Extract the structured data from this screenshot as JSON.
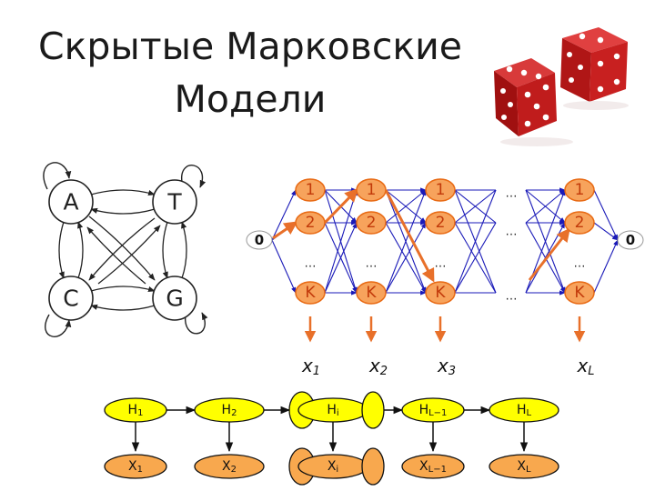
{
  "title": {
    "line1": "Скрытые Марковские",
    "line2": "Модели"
  },
  "markov_chain": {
    "states": [
      "A",
      "T",
      "C",
      "G"
    ]
  },
  "trellis": {
    "start_label": "0",
    "end_label": "0",
    "state_labels": [
      "1",
      "2",
      "…",
      "K"
    ],
    "column_ellipsis": "…",
    "observations": [
      {
        "base": "x",
        "sub": "1"
      },
      {
        "base": "x",
        "sub": "2"
      },
      {
        "base": "x",
        "sub": "3"
      },
      {
        "base": "x",
        "sub": "L"
      }
    ]
  },
  "hmm_chain": {
    "hidden": [
      {
        "base": "H",
        "sub": "1"
      },
      {
        "base": "H",
        "sub": "2"
      },
      {
        "base": "H",
        "sub": "i"
      },
      {
        "base": "H",
        "sub": "L−1"
      },
      {
        "base": "H",
        "sub": "L"
      }
    ],
    "observed": [
      {
        "base": "X",
        "sub": "1"
      },
      {
        "base": "X",
        "sub": "2"
      },
      {
        "base": "X",
        "sub": "i"
      },
      {
        "base": "X",
        "sub": "L−1"
      },
      {
        "base": "X",
        "sub": "L"
      }
    ]
  },
  "colors": {
    "node_fill": "#f7a35c",
    "node_stroke": "#e86a14",
    "node_text": "#c23a0a",
    "trellis_edge": "#1a1ab8",
    "path_highlight": "#e8702a",
    "hidden_fill": "#ffff00",
    "observed_fill": "#f8a84e",
    "dice": "#b01818"
  }
}
